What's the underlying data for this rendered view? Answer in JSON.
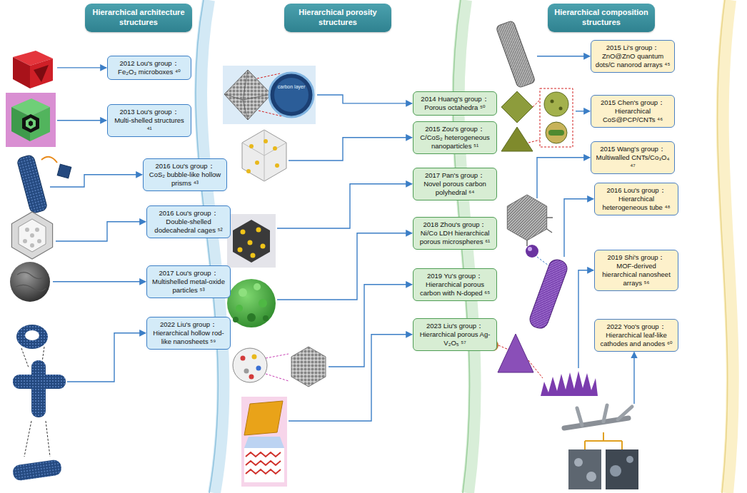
{
  "diagram": {
    "nodes": [
      {
        "text": [
          "Hierarchical architecture structures"
        ]
      },
      {
        "text": [
          "2012 Lou's group：",
          "Fe₂O₃ microboxes ⁴⁰"
        ]
      },
      {
        "text": [
          "2013 Lou's group：",
          "Multi-shelled structures ⁴¹"
        ]
      },
      {
        "text": [
          "2016 Lou's group：",
          "CoS₂ bubble-like hollow prisms ⁴³"
        ]
      },
      {
        "text": [
          "2016 Lou's group：",
          "Double-shelled dodecahedral cages ⁵²"
        ]
      },
      {
        "text": [
          "2017 Lou's group：",
          "Multishelled metal-oxide particles ⁵³"
        ]
      },
      {
        "text": [
          "2022 Liu's group：",
          "Hierarchical hollow rod-like nanosheets ⁵⁹"
        ]
      },
      {
        "text": [
          "Hierarchical porosity structures"
        ]
      },
      {
        "text": [
          "2014 Huang's group：",
          "Porous octahedra ⁵⁰"
        ]
      },
      {
        "text": [
          "2015 Zou's group：",
          "C/CoS₂ heterogeneous nanoparticles ⁵¹"
        ]
      },
      {
        "text": [
          "2017 Pan's group：",
          "Novel porous carbon polyhedral ⁶⁴"
        ]
      },
      {
        "text": [
          "2018 Zhou's group：",
          "Ni/Co LDH hierarchical porous microspheres ⁶¹"
        ]
      },
      {
        "text": [
          "2019 Yu's group：",
          "Hierarchical porous carbon with N-doped ⁶⁵"
        ]
      },
      {
        "text": [
          "2023 Liu's group：",
          "Hierarchical porous Ag-V₂O₅ ⁵⁷"
        ]
      },
      {
        "text": [
          "Hierarchical composition structures"
        ]
      },
      {
        "text": [
          "2015 Li's group：",
          "ZnO@ZnO quantum dots/C nanorod arrays ⁴⁵"
        ]
      },
      {
        "text": [
          "2015 Chen's group：",
          "Hierarchical CoS@PCP/CNTs ⁴⁶"
        ]
      },
      {
        "text": [
          "2015 Wang's group：",
          "Multiwalled CNTs/Co₃O₄ ⁴⁷"
        ]
      },
      {
        "text": [
          "2016 Lou's group：",
          "Hierarchical heterogeneous tube ⁴⁸"
        ]
      },
      {
        "text": [
          "2019 Shi's group：",
          "MOF-derived hierarchical nanosheet arrays ⁵⁶"
        ]
      },
      {
        "text": [
          "2022 Yoo's group：",
          "Hierarchical leaf-like cathodes and anodes ⁶⁰"
        ]
      }
    ],
    "labels": [
      "carbon layer"
    ]
  }
}
